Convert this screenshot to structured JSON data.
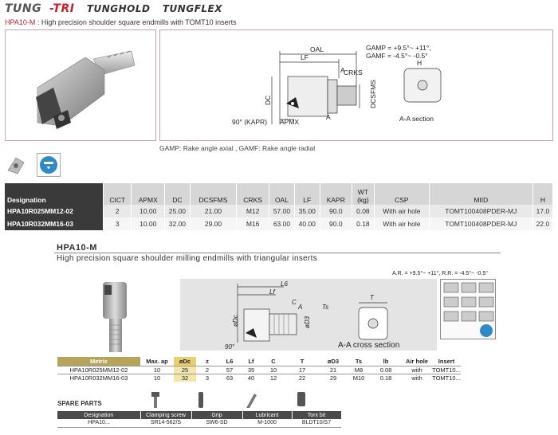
{
  "brand": {
    "tung": "TUNG",
    "tri": "-TRI",
    "hold": "TUNGHOLD",
    "flex": "TUNGFLEX"
  },
  "subtitle1": {
    "code": "HPA10-M",
    "text": ": High precision shoulder square endmills with TOMT10 inserts"
  },
  "diagram1": {
    "oal": "OAL",
    "lf": "LF",
    "a": "A",
    "crks": "CRKS",
    "dc": "DC",
    "dcsfms": "DCSFMS",
    "kapr": "90° (KAPR)",
    "apmx": "APMX",
    "h": "H",
    "section": "A-A section",
    "gamp": "GAMP = +9.5°~ +11°,",
    "gamf": "GAMF = -4.5°~ -0.5°"
  },
  "gamp_note": "GAMP: Rake angle axial , GAMF: Rake angle radial",
  "table1": {
    "headers": [
      "Designation",
      "CICT",
      "APMX",
      "DC",
      "DCSFMS",
      "CRKS",
      "OAL",
      "LF",
      "KAPR",
      "WT\n(kg)",
      "CSP",
      "MIID",
      "H"
    ],
    "rows": [
      [
        "HPA10R025MM12-02",
        "2",
        "10.00",
        "25.00",
        "21.00",
        "M12",
        "57.00",
        "35.00",
        "90.0",
        "0.08",
        "With air hole",
        "TOMT100408PDER-MJ",
        "17.0"
      ],
      [
        "HPA10R032MM16-03",
        "3",
        "10.00",
        "32.00",
        "29.00",
        "M16",
        "63.00",
        "40.00",
        "90.0",
        "0.18",
        "With air hole",
        "TOMT100408PDER-MJ",
        "22.0"
      ]
    ]
  },
  "section2": {
    "title": "HPA10-M",
    "subtitle": "High precision square shoulder milling endmills with triangular inserts",
    "rake": "A.R. = +9.5°~ +11°, R.R. = -4.5°~ -0.5°"
  },
  "diagram2": {
    "l6": "L6",
    "lf": "Lf",
    "c": "C",
    "a": "A",
    "ts": "Ts",
    "t": "T",
    "odc": "øDc",
    "od3": "øD3",
    "angle": "90°",
    "section": "A-A cross section"
  },
  "table2": {
    "headers": [
      "Metric",
      "Max. ap",
      "øDc",
      "z",
      "L6",
      "Lf",
      "C",
      "T",
      "øD3",
      "Ts",
      "lb",
      "Air hole",
      "Insert"
    ],
    "rows": [
      [
        "HPA10R025MM12-02",
        "10",
        "25",
        "2",
        "57",
        "35",
        "10",
        "17",
        "21",
        "M8",
        "0.08",
        "with",
        "TOMT10..."
      ],
      [
        "HPA10R032MM16-03",
        "10",
        "32",
        "3",
        "63",
        "40",
        "12",
        "22",
        "29",
        "M10",
        "0.18",
        "with",
        "TOMT10..."
      ]
    ]
  },
  "spare": {
    "title": "SPARE PARTS",
    "headers": [
      "Designation",
      "Clamping screw",
      "Grip",
      "Lubricant",
      "Torx bit"
    ],
    "row": [
      "HPA10...",
      "SR14-562/S",
      "SW6-SD",
      "M-1000",
      "BLDT10/S7"
    ]
  }
}
